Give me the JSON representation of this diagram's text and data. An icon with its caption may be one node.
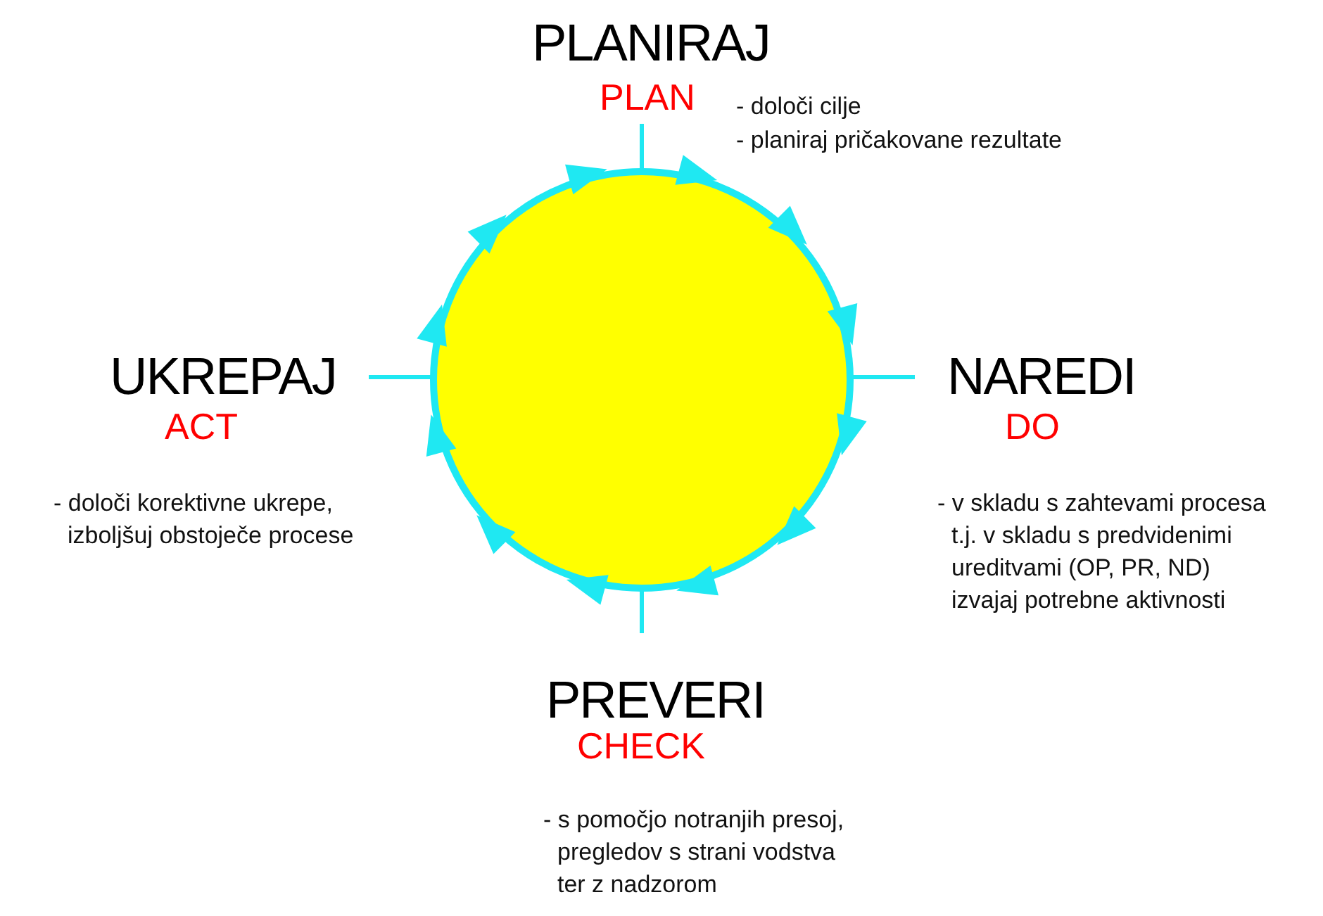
{
  "diagram": {
    "nodes": [
      {
        "text": [],
        "shape": "circle"
      }
    ],
    "labels": [
      "PLANIRAJ",
      "PLAN",
      "- določi cilje",
      "- planiraj pričakovane rezultate",
      "UKREPAJ",
      "ACT",
      "NAREDI",
      "DO",
      "- določi korektivne ukrepe, izboljšuj obstoječe procese",
      "- v skladu s zahtevami procesa t.j. v skladu s predvidenimi ureditvami (OP, PR, ND) izvajaj potrebne aktivnosti",
      "PREVERI",
      "CHECK",
      "- s pomočjo notranjih presoj, pregledov s strani vodstva ter z nadzorom"
    ]
  }
}
